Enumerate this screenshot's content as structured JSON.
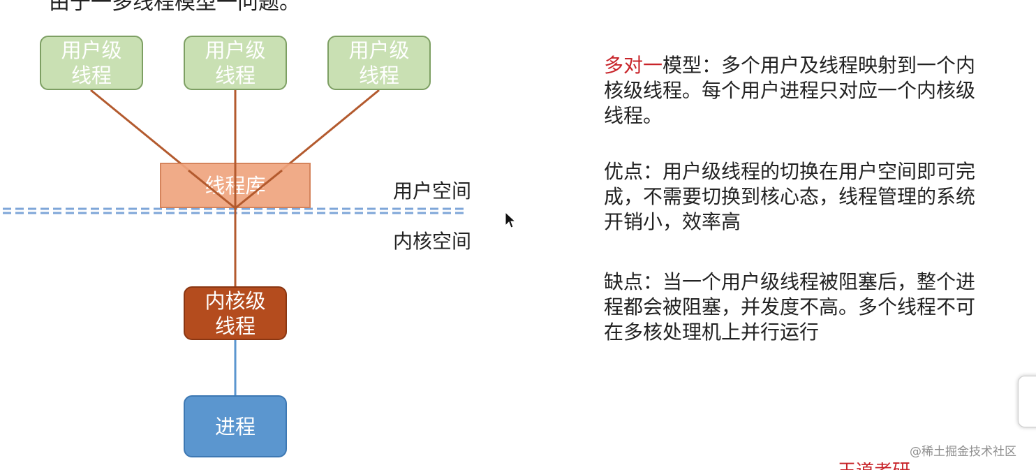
{
  "heading": {
    "text": "由于一多线程模型一问题。"
  },
  "diagram": {
    "user_threads": [
      {
        "label": "用户级\n线程"
      },
      {
        "label": "用户级\n线程"
      },
      {
        "label": "用户级\n线程"
      }
    ],
    "thread_library": {
      "label": "线程库"
    },
    "user_space_label": "用户空间",
    "kernel_space_label": "内核空间",
    "kernel_thread": {
      "label": "内核级\n线程"
    },
    "process": {
      "label": "进程"
    },
    "colors": {
      "user_thread_fill": "#c9e0b3",
      "thread_library_fill": "#efa47e",
      "kernel_thread_fill": "#b44c1e",
      "process_fill": "#5b96cf",
      "link_color": "#b35a2e",
      "boundary_color": "#7ea6d8"
    }
  },
  "description": {
    "model": {
      "highlight": "多对一",
      "line1_rest": "模型：多个用户及线程映射到一个内",
      "line2": "核级线程。每个用户进程只对应一个内核级",
      "line3": "线程。"
    },
    "advantages": {
      "line1": "优点：用户级线程的切换在用户空间即可完",
      "line2": "成，不需要切换到核心态，线程管理的系统",
      "line3": "开销小，效率高"
    },
    "disadvantages": {
      "line1": "缺点：当一个用户级线程被阻塞后，整个进",
      "line2": "程都会被阻塞，并发度不高。多个线程不可",
      "line3": "在多核处理机上并行运行"
    },
    "highlight_color": "#c8242a"
  },
  "watermark": "@稀土掘金技术社区",
  "footer_partial": "王道考研"
}
